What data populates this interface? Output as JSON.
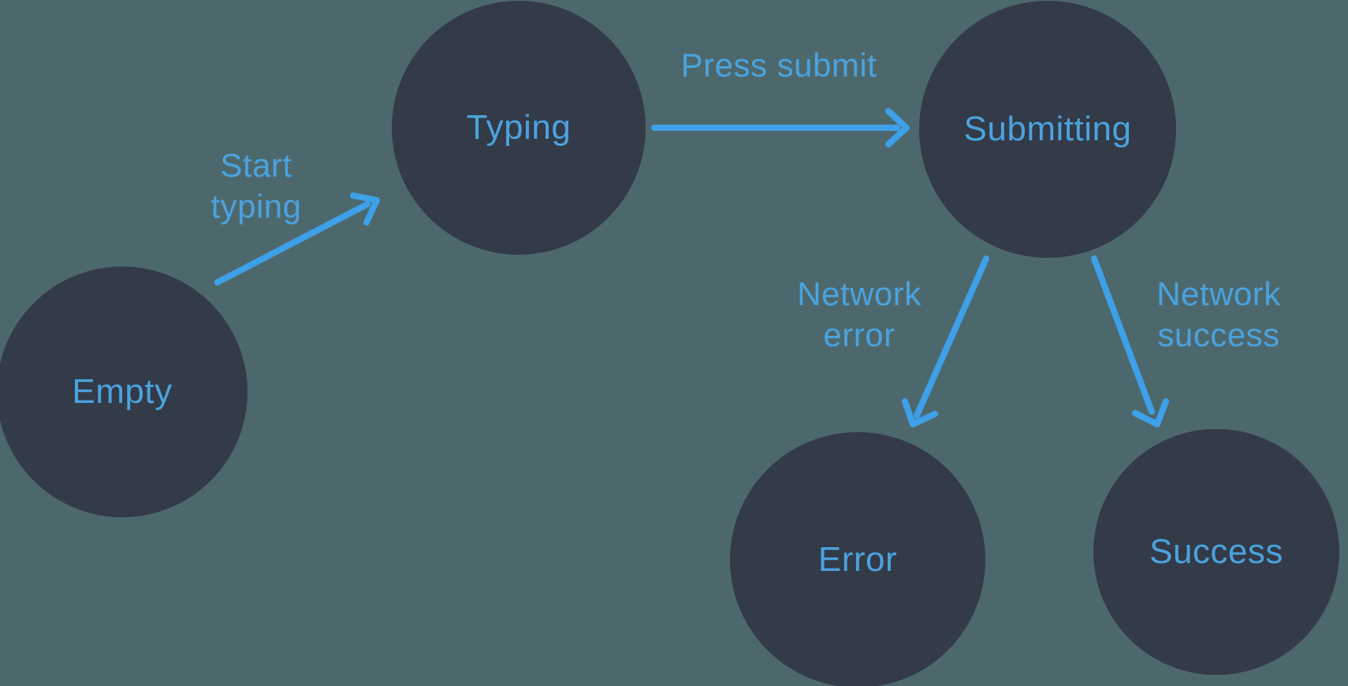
{
  "diagram_type": "state-machine",
  "colors": {
    "background": "#4D686D",
    "node_fill": "#333A48",
    "label_blue": "#4AA3DE",
    "arrow_blue": "#3EA0E8"
  },
  "nodes": [
    {
      "id": "empty",
      "label": "Empty"
    },
    {
      "id": "typing",
      "label": "Typing"
    },
    {
      "id": "submitting",
      "label": "Submitting"
    },
    {
      "id": "error",
      "label": "Error"
    },
    {
      "id": "success",
      "label": "Success"
    }
  ],
  "transitions": [
    {
      "id": "start-typing",
      "label": "Start typing",
      "from": "empty",
      "to": "typing"
    },
    {
      "id": "press-submit",
      "label": "Press submit",
      "from": "typing",
      "to": "submitting"
    },
    {
      "id": "network-error",
      "label": "Network error",
      "from": "submitting",
      "to": "error"
    },
    {
      "id": "network-success",
      "label": "Network success",
      "from": "submitting",
      "to": "success"
    }
  ]
}
